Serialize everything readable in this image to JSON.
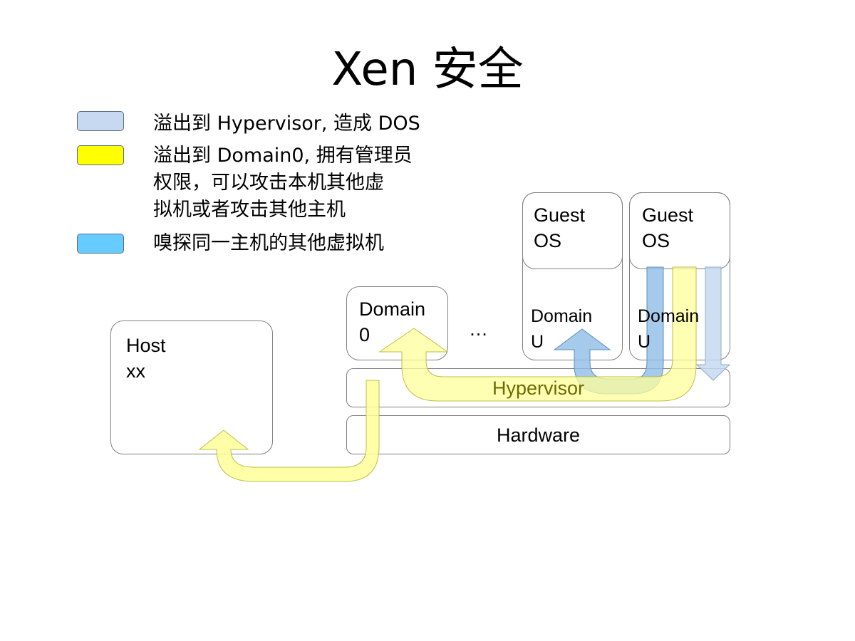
{
  "slide": {
    "title": "Xen 安全"
  },
  "legend": [
    {
      "text": "溢出到 Hypervisor, 造成 DOS",
      "color": "#c6d9f1"
    },
    {
      "text": "溢出到 Domain0, 拥有管理员\n权限，可以攻击本机其他虚\n拟机或者攻击其他主机",
      "color": "#ffff00"
    },
    {
      "text": "嗅探同一主机的其他虚拟机",
      "color": "#66ccff"
    }
  ],
  "diagram": {
    "host": "Host\nxx",
    "domain0": "Domain\n0",
    "ellipsis": "…",
    "guest_os_1": "Guest\nOS",
    "guest_os_2": "Guest\nOS",
    "domain_u_1": "Domain\nU",
    "domain_u_2": "Domain\nU",
    "hypervisor": "Hypervisor",
    "hardware": "Hardware"
  },
  "colors": {
    "yellow_arrow": "#ffff99",
    "blue_arrow": "#8fbde6",
    "light_blue_arrow": "#c6d9f1",
    "hypervisor_text": "#6b6b00"
  }
}
